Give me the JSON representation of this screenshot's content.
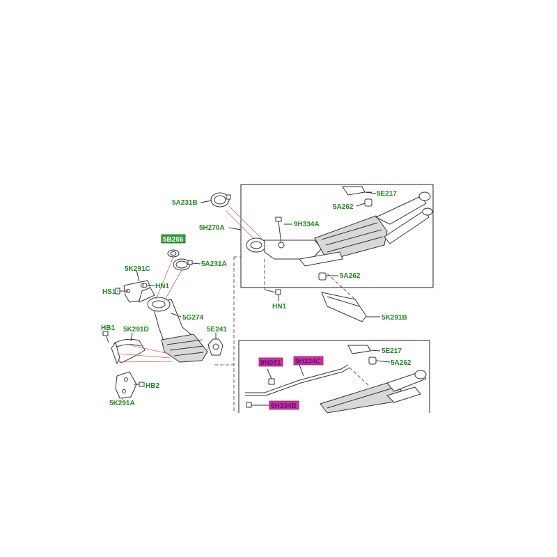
{
  "colors": {
    "label_text": "#1f8a1f",
    "label_highlight_green": "#2e9e3a",
    "label_highlight_magenta": "#e02c8c",
    "label_highlight_text": "#3a1aa0",
    "leader_red": "#e06060",
    "line": "#333333"
  },
  "labels": {
    "5A231B": "5A231B",
    "5H270A": "5H270A",
    "5B266": "5B266",
    "5A231A": "5A231A",
    "5K291C": "5K291C",
    "HS1": "HS1",
    "HN1_left": "HN1",
    "5G274": "5G274",
    "HB1": "HB1",
    "5K291D": "5K291D",
    "5E241": "5E241",
    "HB2": "HB2",
    "5K291A": "5K291A",
    "9H334A": "9H334A",
    "5E217_top": "5E217",
    "5A262_top": "5A262",
    "5A262_mid": "5A262",
    "HN1_right": "HN1",
    "5K291B": "5K291B",
    "5E217_bottom": "5E217",
    "5A262_bottom": "5A262",
    "9N081": "9N081",
    "9H334C": "9H334C",
    "9H334B": "9H334B"
  }
}
